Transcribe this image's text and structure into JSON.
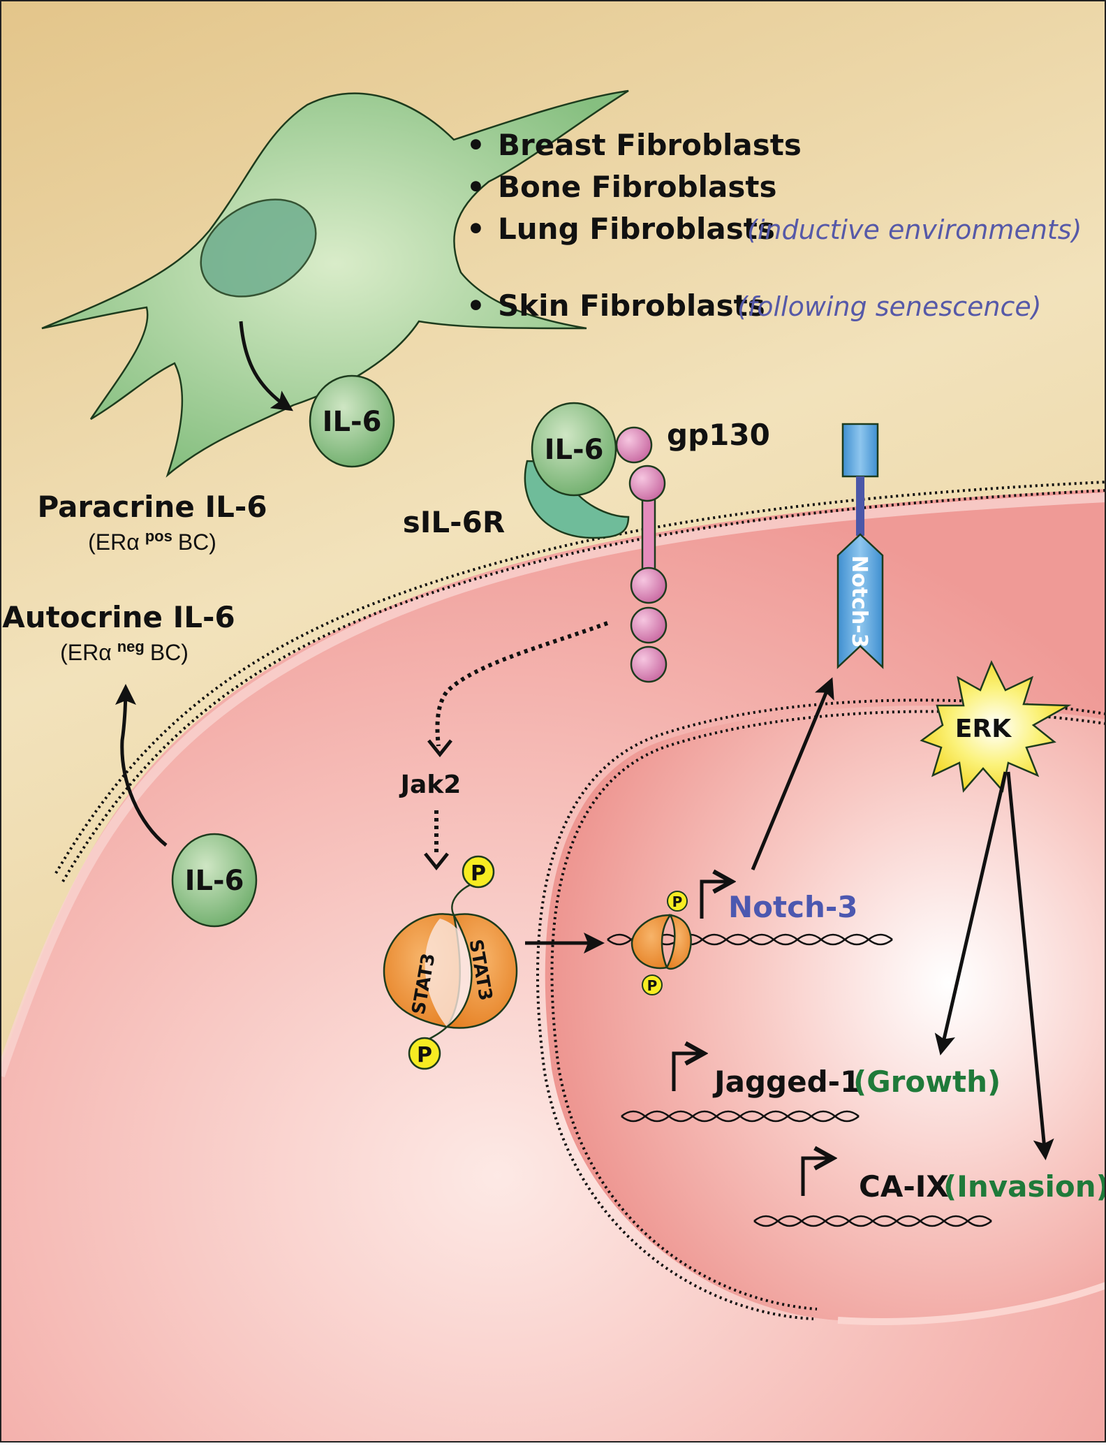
{
  "colors": {
    "background_top": "#e6c98b",
    "background_light": "#f3e4bd",
    "cell_body": "#f2a3a0",
    "cell_center": "#fde8e4",
    "fibroblast": "#8fc48a",
    "il6_fill": "#7fbd7b",
    "receptor_pink": "#d97fb0",
    "notch_blue": "#4d9bd6",
    "stat3_orange": "#ef8a2c",
    "phospho_yellow": "#f7ec22",
    "erk_yellow": "#f7e21c",
    "note_purple": "#5659a8",
    "highlight_green": "#1f7a3a",
    "notch_label_blue": "#4c58b0"
  },
  "fibroblast_list": {
    "bullet": "•",
    "items": [
      {
        "name": "Breast Fibroblasts",
        "note": ""
      },
      {
        "name": "Bone Fibroblasts",
        "note": ""
      },
      {
        "name": "Lung Fibroblasts",
        "note": "(inductive environments)"
      },
      {
        "name": "Skin Fibroblasts",
        "note": "(following senescence)"
      }
    ]
  },
  "paracrine": {
    "title": "Paracrine IL-6",
    "subtitle_prefix": "(ERα",
    "subtitle_sup": "pos",
    "subtitle_suffix": "BC)"
  },
  "autocrine": {
    "title": "Autocrine IL-6",
    "subtitle_prefix": "(ERα",
    "subtitle_sup": "neg",
    "subtitle_suffix": "BC)"
  },
  "molecules": {
    "il6_secreted": "IL-6",
    "il6_receptor_bound": "IL-6",
    "il6_autocrine": "IL-6",
    "gp130": "gp130",
    "sil6r": "sIL-6R",
    "notch_receptor": "Notch-3",
    "jak2": "Jak2",
    "stat3_left": "STAT3",
    "stat3_right": "STAT3",
    "phospho": "P",
    "erk": "ERK"
  },
  "genes": {
    "notch3": "Notch-3",
    "jagged1": "Jagged-1",
    "jagged1_effect": "(Growth)",
    "caix": "CA-IX",
    "caix_effect": "(Invasion)"
  }
}
